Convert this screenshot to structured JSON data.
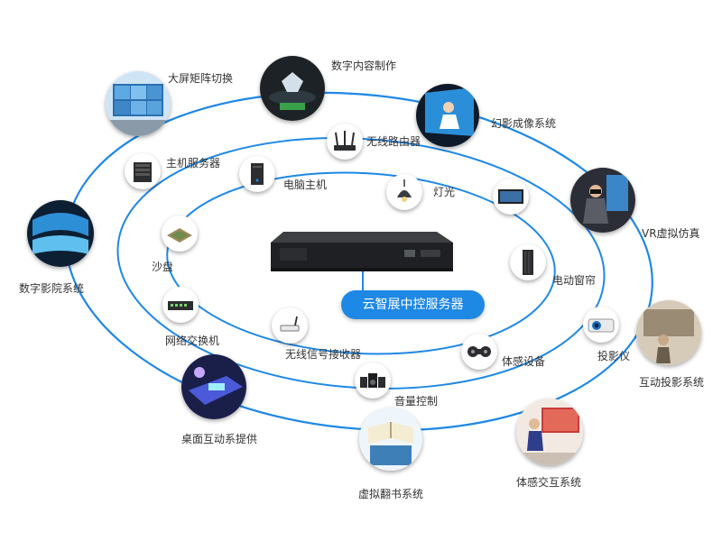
{
  "center": {
    "label": "云智展中控服务器"
  },
  "colors": {
    "orbit": "#1e88e5",
    "accent": "#1e88e5"
  },
  "outer_ring": [
    {
      "label": "大屏矩阵切换",
      "icon": "video-wall-icon"
    },
    {
      "label": "数字内容制作",
      "icon": "digital-content-icon"
    },
    {
      "label": "幻影成像系统",
      "icon": "phantom-imaging-icon"
    },
    {
      "label": "VR虚拟仿真",
      "icon": "vr-icon"
    },
    {
      "label": "互动投影系统",
      "icon": "interactive-projection-icon"
    },
    {
      "label": "体感交互系统",
      "icon": "motion-interaction-icon"
    },
    {
      "label": "虚拟翻书系统",
      "icon": "virtual-book-icon"
    },
    {
      "label": "桌面互动系提供",
      "icon": "desktop-interaction-icon"
    },
    {
      "label": "数字影院系统",
      "icon": "digital-cinema-icon"
    }
  ],
  "middle_ring": [
    {
      "label": "主机服务器",
      "icon": "host-server-icon"
    },
    {
      "label": "无线路由器",
      "icon": "wireless-router-icon"
    },
    {
      "label": "",
      "icon": "display-monitor-icon"
    },
    {
      "label": "投影仪",
      "icon": "projector-icon"
    },
    {
      "label": "音量控制",
      "icon": "audio-speaker-icon"
    },
    {
      "label": "网络交换机",
      "icon": "network-switch-icon"
    }
  ],
  "inner_ring": [
    {
      "label": "电脑主机",
      "icon": "pc-tower-icon"
    },
    {
      "label": "灯光",
      "icon": "lamp-icon"
    },
    {
      "label": "电动窗帘",
      "icon": "motorized-curtain-icon"
    },
    {
      "label": "体感设备",
      "icon": "motion-sensor-icon"
    },
    {
      "label": "无线信号接收器",
      "icon": "wireless-receiver-icon"
    },
    {
      "label": "沙盘",
      "icon": "sand-table-icon"
    }
  ]
}
